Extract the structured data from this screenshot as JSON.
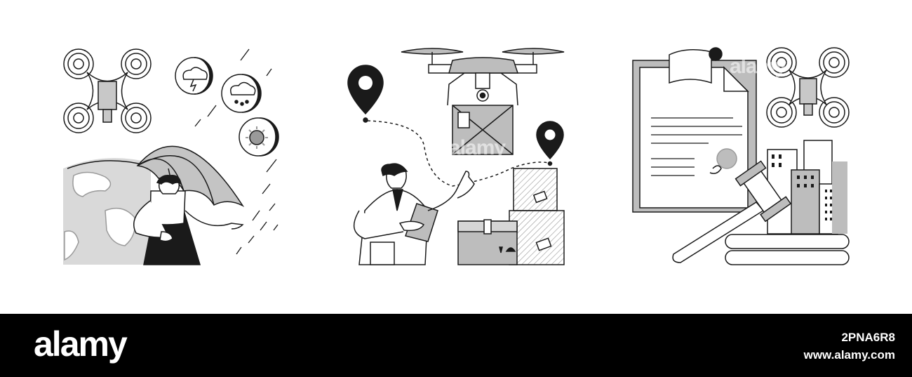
{
  "footer": {
    "brand": "alamy",
    "image_id": "2PNA6R8",
    "site_url": "www.alamy.com"
  },
  "watermark": {
    "text": "alamy"
  },
  "panels": [
    {
      "name": "drone-weather-panel"
    },
    {
      "name": "drone-delivery-panel"
    },
    {
      "name": "drone-law-panel"
    }
  ],
  "colors": {
    "background": "#ffffff",
    "line": "#1a1a1a",
    "gray_fill": "#bdbdbd",
    "dark_fill": "#1a1a1a",
    "footer_bg": "#000000",
    "footer_text": "#ffffff"
  }
}
